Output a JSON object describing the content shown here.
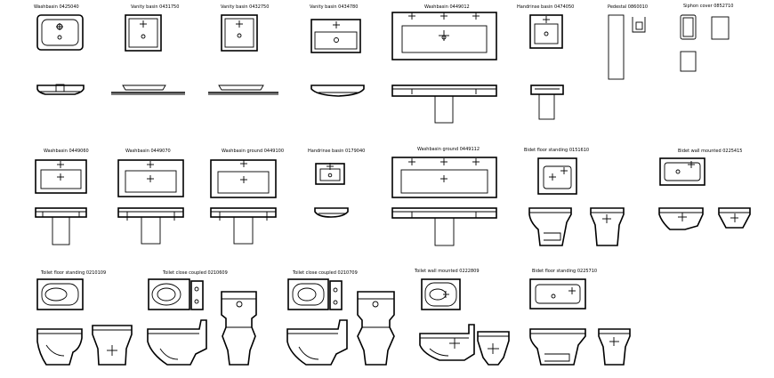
{
  "drawing": {
    "labels": {
      "r1_washbasin_a": "Washbasin 0425040",
      "r1_vanity_a": "Vanity basin 0431750",
      "r1_vanity_b": "Vanity basin 0432750",
      "r1_vanity_c": "Vanity basin 0434780",
      "r1_washbasin_b": "Washbasin 0449012",
      "r1_handrinse": "Handrinse basin 0474050",
      "r1_pedestal": "Pedestal 0860010",
      "r1_siphon": "Siphon cover 0852710",
      "r2_washbasin_a": "Washbasin 0449060",
      "r2_washbasin_b": "Washbasin 0449070",
      "r2_washbasin_ground_a": "Washbasin ground 0449100",
      "r2_handrinse": "Handrinse basin 0179040",
      "r2_washbasin_ground_b": "Washbasin ground 0449112",
      "r2_bidet_floor": "Bidet floor standing 0151610",
      "r2_bidet_wall": "Bidet wall mounted 0225415",
      "r3_toilet_floor": "Toilet floor standing 0210109",
      "r3_close_coupled_a": "Toilet close coupled 0210609",
      "r3_close_coupled_b": "Toilet close coupled 0210709",
      "r3_toilet_wall": "Toilet wall mounted 0222809",
      "r3_bidet_floor": "Bidet floor standing 0225710"
    }
  }
}
